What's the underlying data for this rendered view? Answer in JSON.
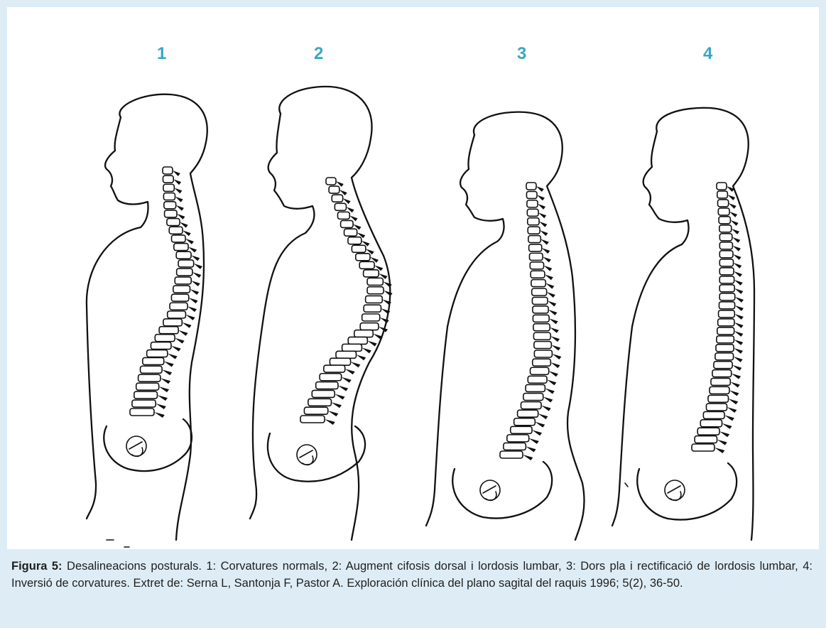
{
  "figure": {
    "panel_numbers": [
      "1",
      "2",
      "3",
      "4"
    ],
    "caption": {
      "label": "Figura 5:",
      "text": "Desalineacions posturals. 1: Corvatures normals, 2: Augment cifosis dorsal i lordosis lumbar, 3: Dors pla i rectificació de lordosis lumbar, 4: Inversió de corvatures. Extret de: Serna L, Santonja F, Pastor A. Exploración clínica del plano sagital del raquis 1996; 5(2), 36-50."
    }
  },
  "colors": {
    "frame": "#deedf5",
    "number": "#3aa6c0",
    "line": "#111111"
  }
}
